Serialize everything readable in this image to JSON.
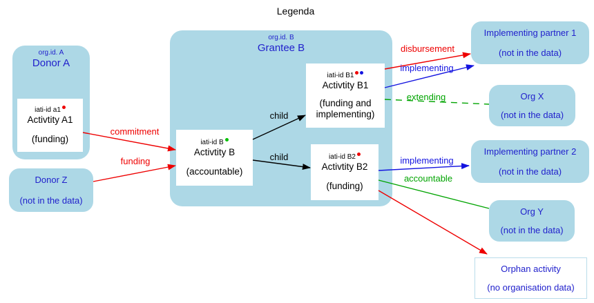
{
  "title": "Legenda",
  "colors": {
    "node_fill": "#add8e6",
    "node_text_blue": "#2121cc",
    "edge_red": "#ee0000",
    "edge_blue": "#1414e0",
    "edge_green": "#00a400",
    "edge_black": "#000000",
    "dot_red": "#ee0000",
    "dot_blue": "#1414e0",
    "dot_green": "#00c000"
  },
  "nodes": {
    "donor_a": {
      "org_id": "org.id. A",
      "name": "Donor A"
    },
    "activity_a1": {
      "iati_id": "iati-id a1",
      "name": "Activtity A1",
      "role": "(funding)",
      "dots": [
        "red"
      ]
    },
    "donor_z": {
      "name": "Donor Z",
      "note": "(not in the data)"
    },
    "grantee_b": {
      "org_id": "org.id. B",
      "name": "Grantee B"
    },
    "activity_b1": {
      "iati_id": "iati-id B1",
      "name": "Activtity B1",
      "role": "(funding and implementing)",
      "dots": [
        "red",
        "blue"
      ]
    },
    "activity_b": {
      "iati_id": "iati-id B",
      "name": "Activtity B",
      "role": "(accountable)",
      "dots": [
        "green"
      ]
    },
    "activity_b2": {
      "iati_id": "iati-id B2",
      "name": "Activtity B2",
      "role": "(funding)",
      "dots": [
        "red"
      ]
    },
    "implementing_partner_1": {
      "name": "Implementing partner 1",
      "note": "(not in the data)"
    },
    "org_x": {
      "name": "Org X",
      "note": "(not in the data)"
    },
    "implementing_partner_2": {
      "name": "Implementing partner 2",
      "note": "(not in the data)"
    },
    "org_y": {
      "name": "Org Y",
      "note": "(not in the data)"
    },
    "orphan_activity": {
      "name": "Orphan activity",
      "note": "(no organisation data)"
    }
  },
  "edge_labels": {
    "commitment": "commitment",
    "funding": "funding",
    "child_b_to_b1": "child",
    "child_b_to_b2": "child",
    "disbursement": "disbursement",
    "implementing_b1": "implementing",
    "extending": "extending",
    "implementing_b2": "implementing",
    "accountable": "accountable"
  }
}
